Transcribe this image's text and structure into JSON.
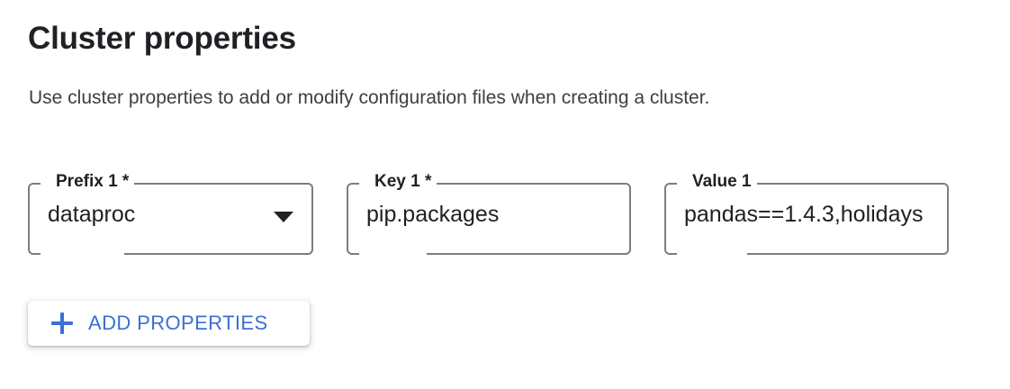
{
  "section": {
    "title": "Cluster properties",
    "description": "Use cluster properties to add or modify configuration files when creating a cluster."
  },
  "fields": [
    {
      "name": "prefix",
      "label": "Prefix 1 *",
      "value": "dataproc",
      "placeholder": "",
      "control": "select",
      "icon": "chevron-down-icon",
      "required": true
    },
    {
      "name": "key",
      "label": "Key 1 *",
      "value": "pip.packages",
      "placeholder": "",
      "control": "text",
      "required": true
    },
    {
      "name": "value",
      "label": "Value 1",
      "value": "pandas==1.4.3,holidays",
      "placeholder": "",
      "control": "text",
      "required": false
    }
  ],
  "actions": {
    "add_properties": {
      "label": "ADD PROPERTIES",
      "icon": "plus-icon"
    }
  },
  "colors": {
    "accent_blue": "#3b6fd4",
    "text_primary": "#202124",
    "text_secondary": "#3c4043",
    "field_border": "#7a7e83",
    "background": "#ffffff"
  }
}
